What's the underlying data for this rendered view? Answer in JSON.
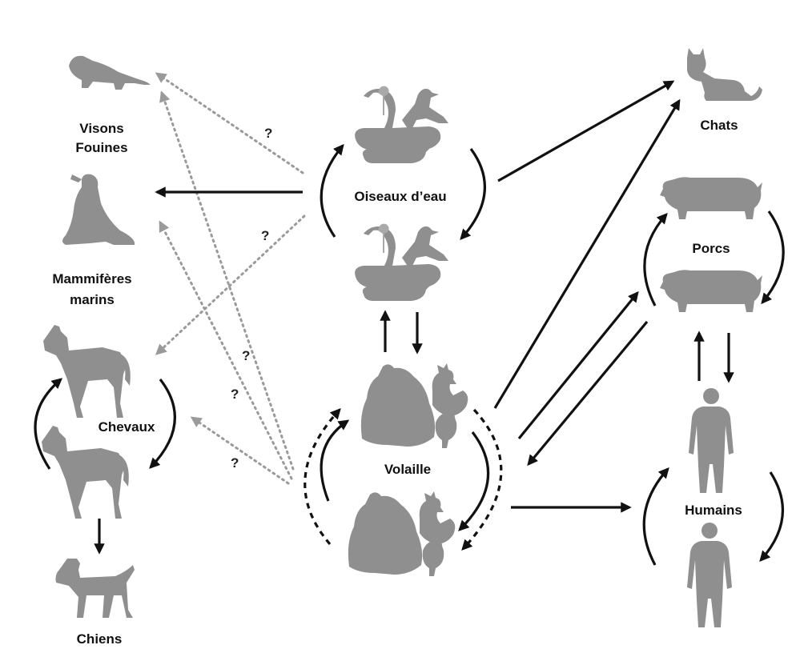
{
  "labels": {
    "visons": "Visons",
    "fouines": "Fouines",
    "mammiferes": "Mammifères",
    "marins": "marins",
    "chevaux": "Chevaux",
    "chiens": "Chiens",
    "oiseaux": "Oiseaux d’eau",
    "volaille": "Volaille",
    "chats": "Chats",
    "porcs": "Porcs",
    "humains": "Humains"
  },
  "uncertain_mark": "?",
  "colors": {
    "silhouette": "#8f8f8f",
    "solid_arrow": "#111111",
    "uncertain_arrow": "#9a9a9a"
  },
  "icons": [
    "mink-icon",
    "sea-lion-icon",
    "horse-icon",
    "dog-icon",
    "waterfowl-icon",
    "poultry-icon",
    "cat-icon",
    "pig-icon",
    "human-icon"
  ]
}
